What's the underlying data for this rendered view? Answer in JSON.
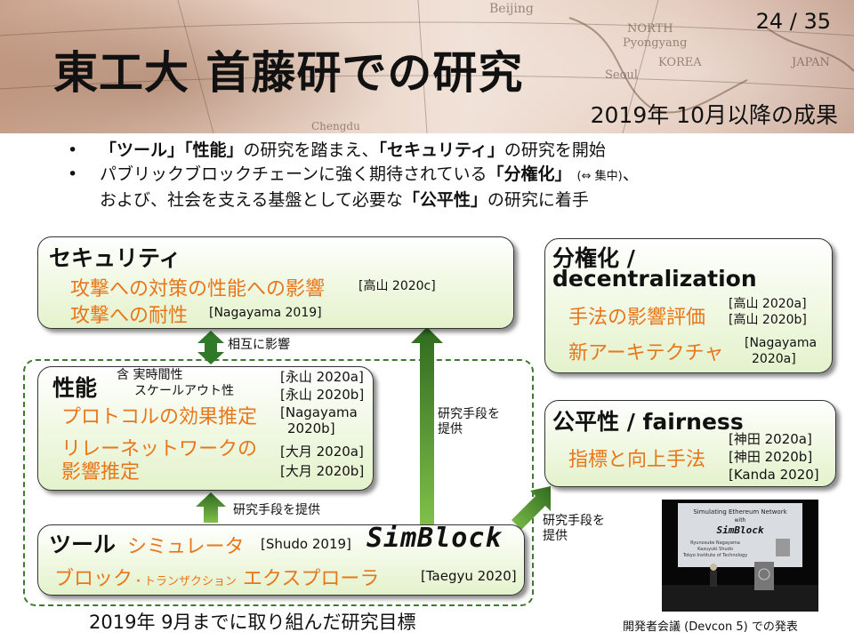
{
  "header": {
    "page_number": "24 / 35",
    "title": "東工大 首藤研での研究",
    "subtitle": "2019年 10月以降の成果",
    "map_labels": [
      "Beijing",
      "NORTH",
      "Pyongyang",
      "KOREA",
      "Seoul",
      "JAPAN",
      "Chengdu"
    ]
  },
  "bullets": [
    {
      "marker": "•",
      "parts": [
        "「ツール」",
        "「性能」",
        "の研究を踏まえ、",
        "「セキュリティ」",
        "の研究を開始"
      ]
    },
    {
      "marker": "•",
      "line1": [
        "パブリックブロックチェーンに強く期待されている",
        "「分権化」",
        "(⇔ 集中)",
        "、"
      ],
      "line2": [
        "および、社会を支える基盤として必要な",
        "「公平性」",
        "の研究に着手"
      ]
    }
  ],
  "security_box": {
    "title": "セキュリティ",
    "item1": "攻撃への対策の性能への影響",
    "item1_ref": "[高山 2020c]",
    "item2": "攻撃への耐性",
    "item2_ref": "[Nagayama 2019]"
  },
  "mutual_label": "相互に影響",
  "performance_box": {
    "title": "性能",
    "note_line1": "含 実時間性",
    "note_line2": "スケールアウト性",
    "ref1": "[永山 2020a]",
    "ref2": "[永山 2020b]",
    "item1": "プロトコルの効果推定",
    "item1_ref_line1": "[Nagayama",
    "item1_ref_line2": "2020b]",
    "item2_line1": "リレーネットワークの",
    "item2_line2": "影響推定",
    "item2_ref1": "[大月 2020a]",
    "item2_ref2": "[大月 2020b]"
  },
  "tools_to_performance_label": "研究手段を提供",
  "tools_to_security_label_line1": "研究手段を",
  "tools_to_security_label_line2": "提供",
  "tools_to_fairness_label_line1": "研究手段を",
  "tools_to_fairness_label_line2": "提供",
  "tools_box": {
    "title": "ツール",
    "item1": "シミュレータ",
    "item1_ref": "[Shudo 2019]",
    "logo": "SimBlock",
    "item2_a": "ブロック",
    "item2_b": "・トランザクション",
    "item2_c": "エクスプローラ",
    "item2_ref": "[Taegyu 2020]"
  },
  "goal_label": "2019年 9月までに取り組んだ研究目標",
  "decentral_box": {
    "title_line1": "分権化 /",
    "title_line2": "decentralization",
    "item1": "手法の影響評価",
    "item1_ref1": "[高山 2020a]",
    "item1_ref2": "[高山 2020b]",
    "item2": "新アーキテクチャ",
    "item2_ref_line1": "[Nagayama",
    "item2_ref_line2": "2020a]"
  },
  "fairness_box": {
    "title": "公平性 / fairness",
    "item1": "指標と向上手法",
    "ref1": "[神田 2020a]",
    "ref2": "[神田 2020b]",
    "ref3": "[Kanda 2020]"
  },
  "photo": {
    "screen_line1": "Simulating Ethereum Network",
    "screen_line2": "with",
    "screen_logo": "SimBlock",
    "screen_line3": "Ryunosuke Nagayama",
    "screen_line4": "Kazuyuki Shudo",
    "screen_line5": "Tokyo Institute of Technology",
    "caption": "開発者会議 (Devcon 5) での発表"
  },
  "colors": {
    "accent_orange": "#e8761a",
    "arrow_green": "#3c7a2c",
    "box_green": "#e4f2cc"
  }
}
